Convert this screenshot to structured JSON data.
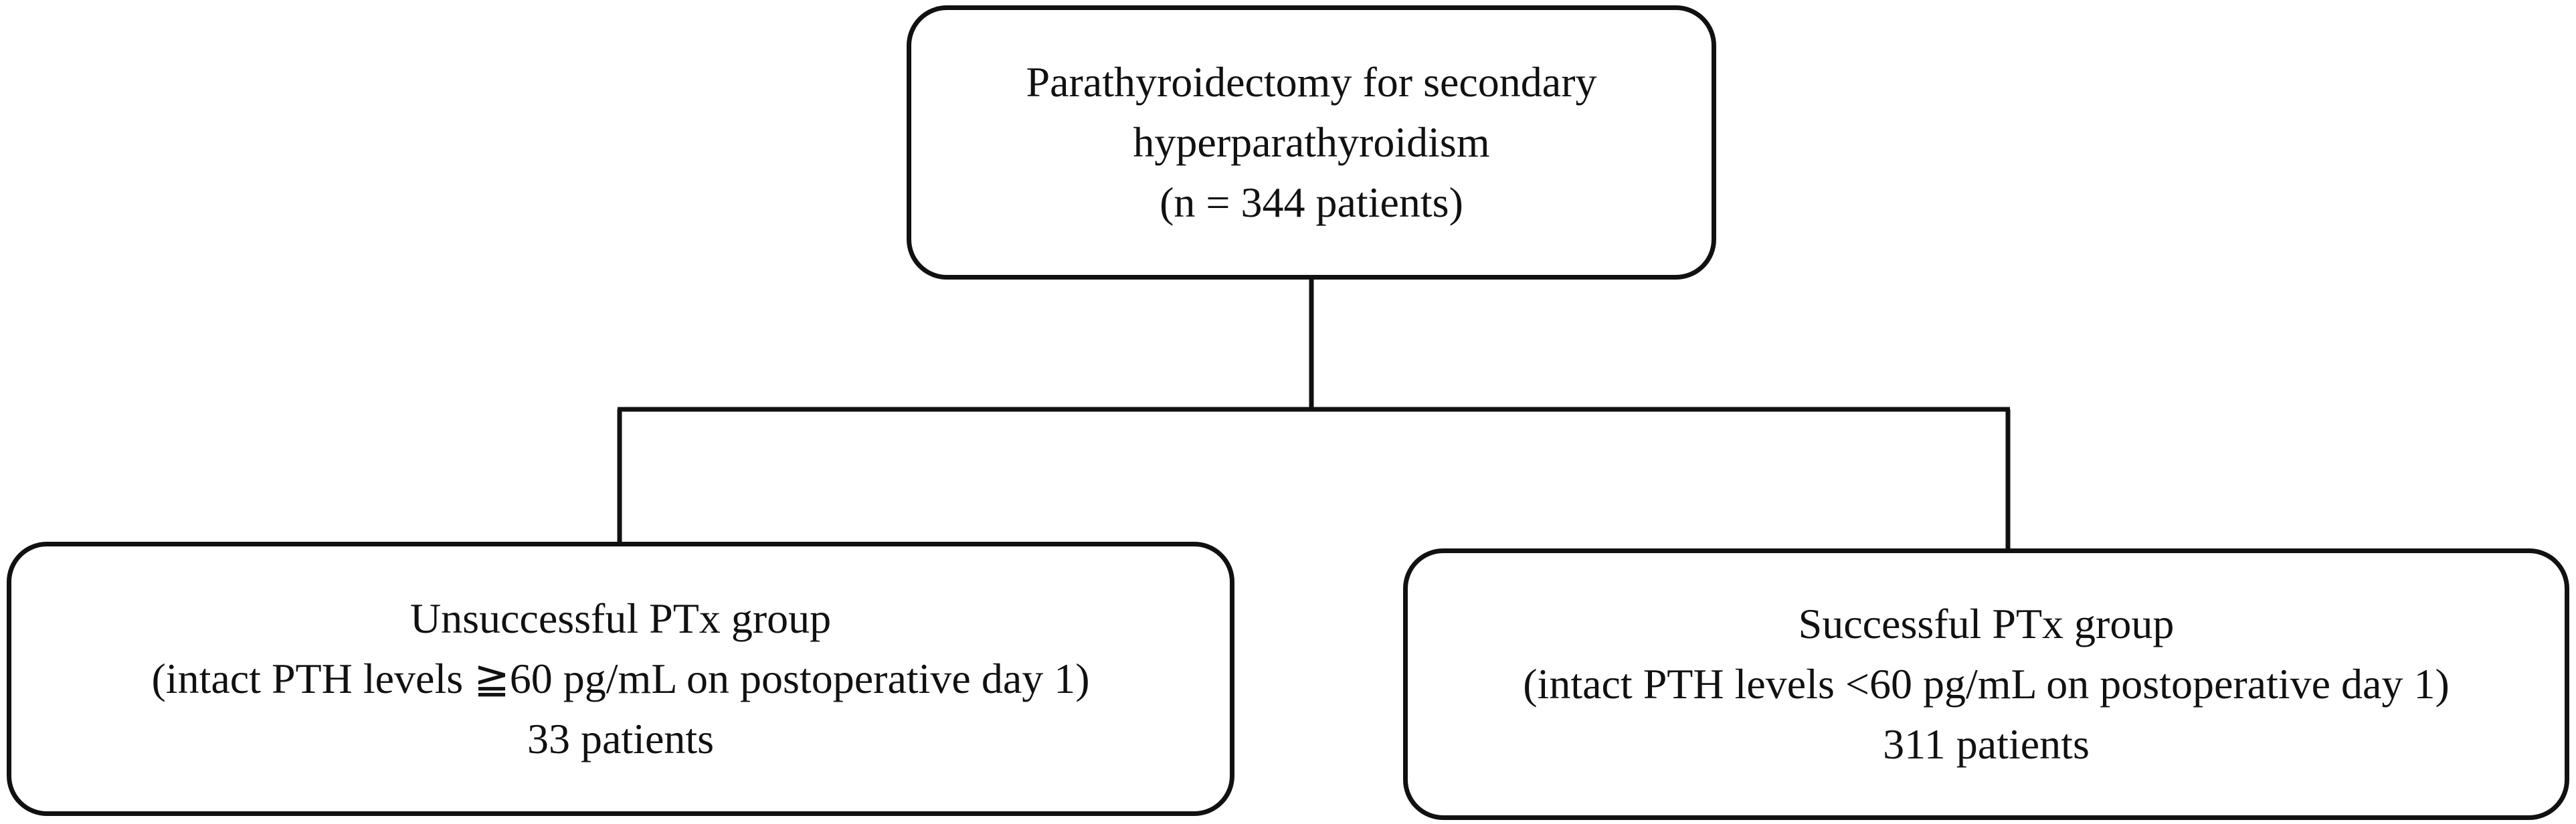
{
  "diagram": {
    "root": {
      "lines": [
        "Parathyroidectomy for secondary",
        "hyperparathyroidism",
        "(n = 344 patients)"
      ]
    },
    "children": [
      {
        "lines": [
          "Unsuccessful PTx group",
          "(intact PTH levels ≧60 pg/mL on postoperative day 1)",
          "33 patients"
        ]
      },
      {
        "lines": [
          "Successful PTx group",
          "(intact PTH levels <60 pg/mL on postoperative day 1)",
          "311 patients"
        ]
      }
    ],
    "colors": {
      "stroke": "#111111",
      "fill": "#ffffff",
      "text": "#111111"
    }
  }
}
